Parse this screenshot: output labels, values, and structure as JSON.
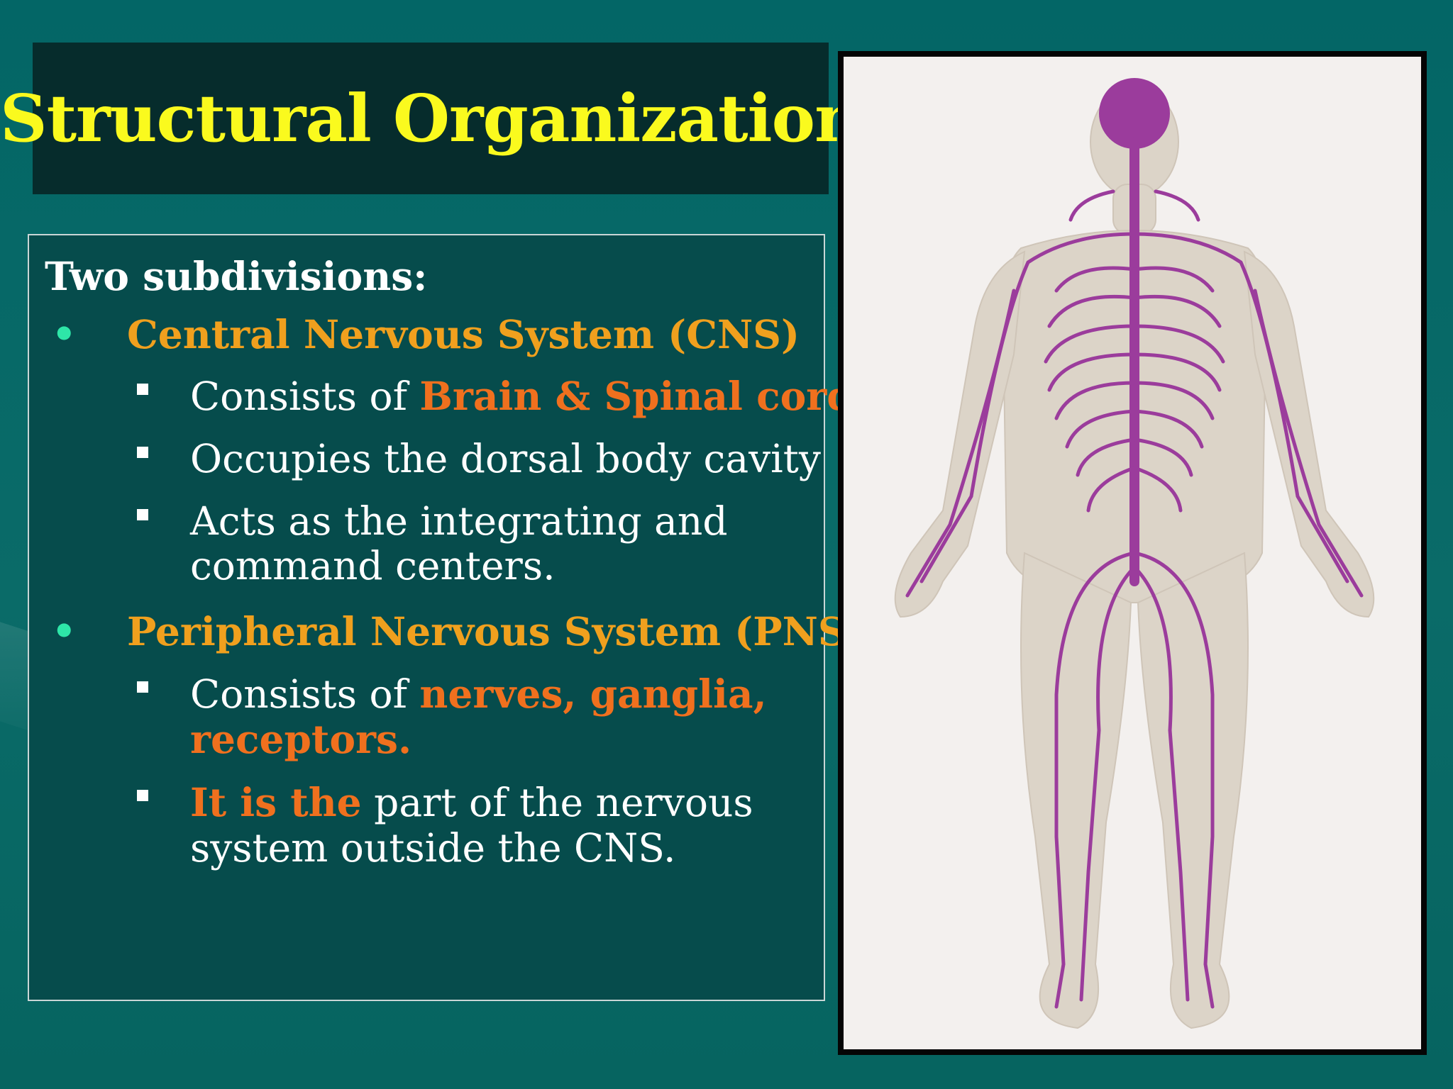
{
  "slide": {
    "title": "Structural Organization",
    "heading": "Two subdivisions:",
    "sections": [
      {
        "label": "Central Nervous System (CNS)",
        "items": [
          {
            "pre": "Consists of ",
            "hl": "Brain & Spinal cord",
            "post": ""
          },
          {
            "text": "Occupies the dorsal body cavity"
          },
          {
            "line1": "Acts as the integrating and",
            "line2": "command centers."
          }
        ]
      },
      {
        "label": "Peripheral Nervous System (PNS)",
        "items": [
          {
            "pre": "Consists of ",
            "hl": "nerves, ganglia,",
            "line2": "receptors."
          },
          {
            "hl": "It is the",
            "post": " part of  the nervous",
            "line2": "system outside the CNS."
          }
        ]
      }
    ]
  },
  "colors": {
    "background": "#036666",
    "title_box": "#062c2c",
    "title_text": "#fafa1e",
    "section_label": "#f0a01e",
    "highlight": "#f0701e",
    "bullet_dot": "#2ee6a8",
    "nerve": "#9b3c9c",
    "body_skin": "#dcd4c8"
  },
  "figure": {
    "subject": "human-nervous-system-illustration"
  }
}
